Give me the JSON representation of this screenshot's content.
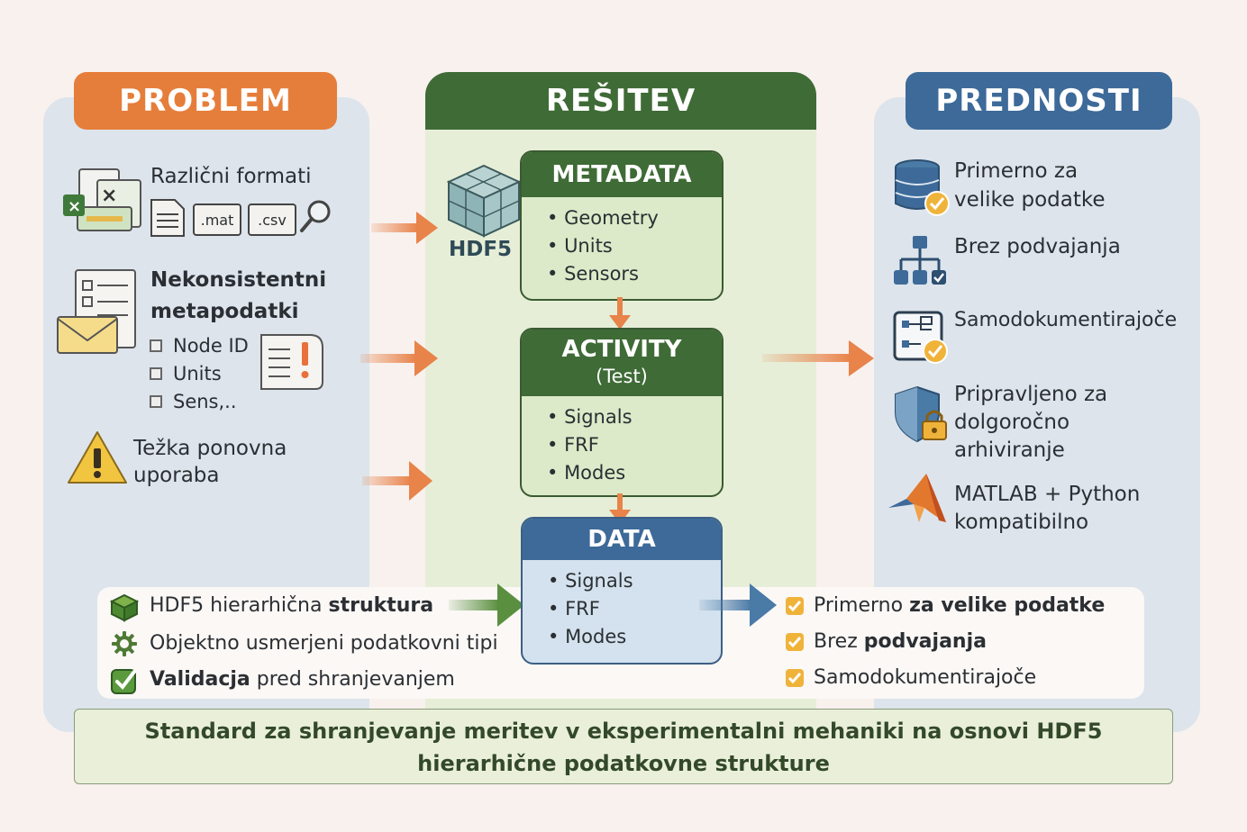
{
  "colors": {
    "problem": "#e67e3b",
    "solution": "#3f6b36",
    "benefits": "#3d6a99",
    "orange_arrow": "#e8834a",
    "green_arrow": "#5a8f3f",
    "blue_arrow": "#4a7aa6"
  },
  "problem": {
    "title": "PROBLEM",
    "formats_label": "Različni formati",
    "format_mat": ".mat",
    "format_csv": ".csv",
    "metadata_line1": "Nekonsistentni",
    "metadata_line2": "metapodatki",
    "checklist": [
      "Node ID",
      "Units",
      "Sens,.."
    ],
    "reuse_line1": "Težka ponovna",
    "reuse_line2": "uporaba"
  },
  "solution": {
    "title": "REŠITEV",
    "hdf5_label": "HDF5",
    "metadata": {
      "title": "METADATA",
      "items": [
        "Geometry",
        "Units",
        "Sensors"
      ]
    },
    "activity": {
      "title": "ACTIVITY",
      "subtitle": "(Test)",
      "items": [
        "Signals",
        "FRF",
        "Modes"
      ]
    },
    "data": {
      "title": "DATA",
      "items": [
        "Signals",
        "FRF",
        "Modes"
      ]
    }
  },
  "benefits": {
    "title": "PREDNOSTI",
    "items": [
      {
        "icon": "database-icon",
        "lines": [
          "Primerno za",
          "velike podatke"
        ]
      },
      {
        "icon": "hierarchy-icon",
        "lines": [
          "Brez podvajanja"
        ]
      },
      {
        "icon": "document-flow-icon",
        "lines": [
          "Samodokumentirajoče"
        ]
      },
      {
        "icon": "shield-lock-icon",
        "lines": [
          "Pripravljeno za",
          "dolgoročno",
          "arhiviranje"
        ]
      },
      {
        "icon": "matlab-icon",
        "lines": [
          "MATLAB + Python",
          "kompatibilno"
        ]
      }
    ]
  },
  "features": {
    "f1_a": "HDF5 hierarhična ",
    "f1_b": "struktura",
    "f2": "Objektno usmerjeni podatkovni tipi",
    "f3_a": "Validacja",
    "f3_b": " pred shranjevanjem"
  },
  "summary": {
    "s1_a": "Primerno ",
    "s1_b": "za velike podatke",
    "s2_a": "Brez ",
    "s2_b": "podvajanja",
    "s3": "Samodokumentirajoče"
  },
  "footer": {
    "line1": "Standard za shranjevanje meritev v eksperimentalni mehaniki na osnovi HDF5",
    "line2": "hierarhične podatkovne strukture"
  }
}
